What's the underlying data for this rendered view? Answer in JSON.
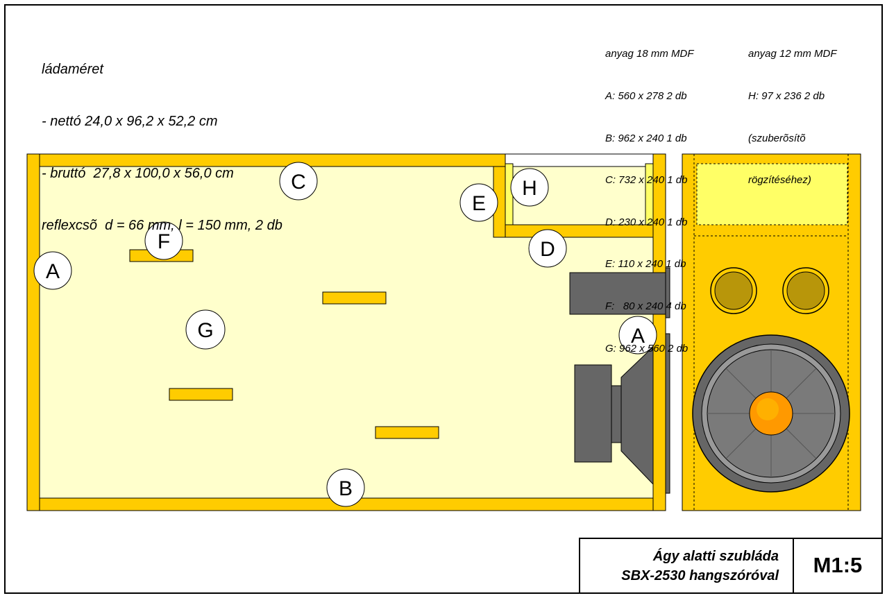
{
  "box_size": {
    "lines": [
      "ládaméret",
      "- nettó 24,0 x 96,2 x 52,2 cm",
      "- bruttó  27,8 x 100,0 x 56,0 cm",
      "reflexcsõ  d = 66 mm, l = 150 mm, 2 db"
    ]
  },
  "material_18": {
    "lines": [
      "anyag 18 mm MDF",
      "A: 560 x 278 2 db",
      "B: 962 x 240 1 db",
      "C: 732 x 240 1 db",
      "D: 230 x 240 1 db",
      "E: 110 x 240 1 db",
      "F:   80 x 240 4 db",
      "G: 962 x 560 2 db"
    ]
  },
  "material_12": {
    "lines": [
      "anyag 12 mm MDF",
      "H: 97 x 236 2 db",
      "(szuberõsítõ",
      "rögzítéséhez)"
    ]
  },
  "labels": {
    "a_left": "A",
    "a_right": "A",
    "b": "B",
    "c": "C",
    "d": "D",
    "e": "E",
    "f": "F",
    "g": "G",
    "h": "H"
  },
  "title_block": {
    "line1": "Ágy alatti szubláda",
    "line2": "SBX-2530 hangszóróval",
    "scale": "M1:5"
  },
  "colors": {
    "panel": "#FFCC00",
    "interior": "#FFFFCC",
    "compartment": "#FFFF66",
    "driver_gray": "#666666",
    "outline": "#000000"
  }
}
